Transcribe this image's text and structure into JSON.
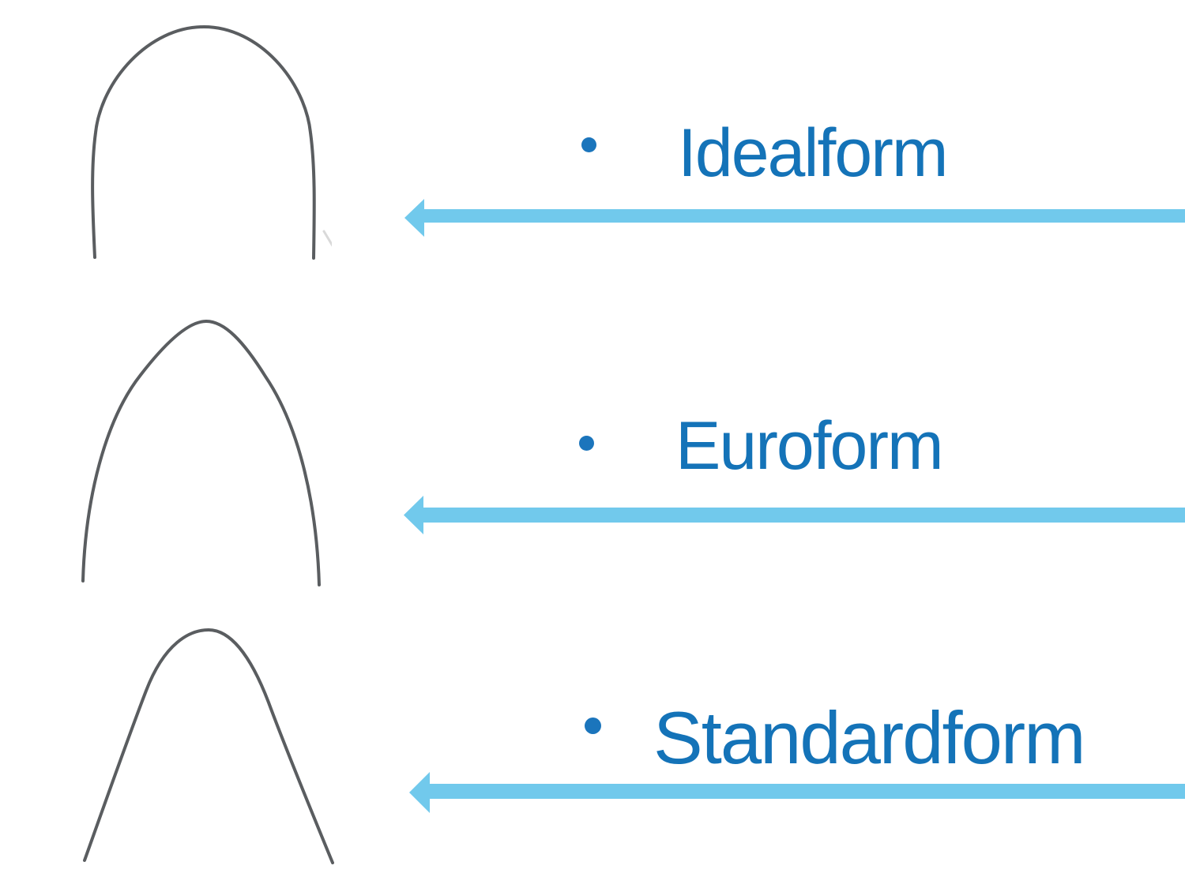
{
  "slide": {
    "items": [
      {
        "label": "Idealform"
      },
      {
        "label": "Euroform"
      },
      {
        "label": "Standardform"
      }
    ],
    "icons": {
      "arch_1": "idealform-archwire-drawing",
      "arch_2": "euroform-archwire-drawing",
      "arch_3": "standardform-archwire-drawing",
      "arrow": "left-arrow-icon",
      "bullet": "bullet-icon"
    },
    "colors": {
      "label_text": "#1473b8",
      "bullet": "#1b75bc",
      "arrow": "#71c9ec",
      "wire": "#5a5d60",
      "background": "#ffffff"
    }
  }
}
